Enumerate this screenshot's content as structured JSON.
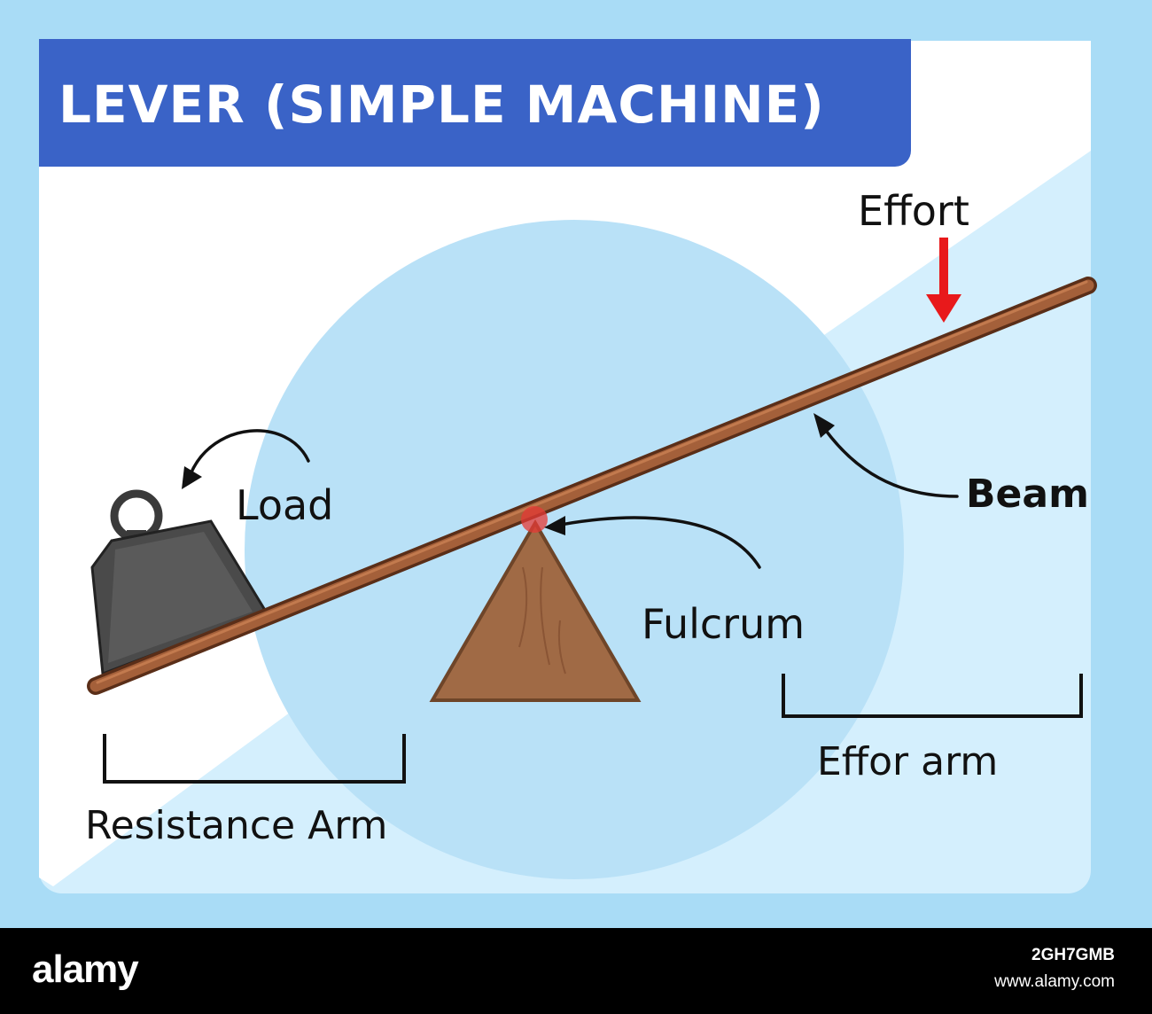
{
  "title": "LEVER (SIMPLE MACHINE)",
  "labels": {
    "effort": "Effort",
    "beam": "Beam",
    "load": "Load",
    "fulcrum": "Fulcrum",
    "effort_arm": "Effor arm",
    "resistance_arm": "Resistance Arm"
  },
  "footer": {
    "logo": "alamy",
    "image_id": "2GH7GMB",
    "url": "www.alamy.com"
  },
  "colors": {
    "title_banner": "#3a63c7",
    "background": "#a9dcf6",
    "circle": "#b9e1f7",
    "beam": "#8a4a2c",
    "fulcrum": "#a06a45",
    "weight": "#4a4a4a",
    "effort_arrow": "#e8191b",
    "pivot_dot": "#e53935"
  }
}
